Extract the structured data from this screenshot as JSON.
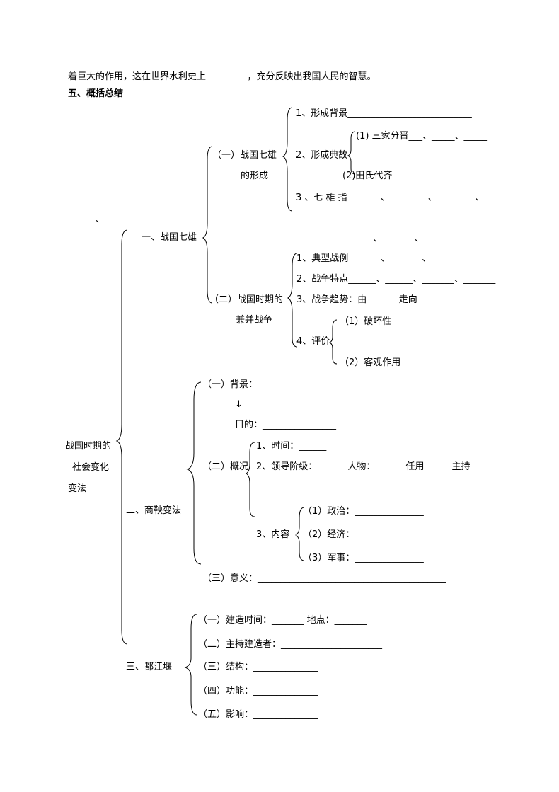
{
  "intro_line": "着巨大的作用，这在世界水利史上_________，充分反映出我国人民的智慧。",
  "section_title": "五、概括总结",
  "root": {
    "blank": "______、",
    "title_line1": "战国时期的",
    "title_line2": "社会变化",
    "title_line3": "变法"
  },
  "part1": {
    "title": "一、战国七雄",
    "sub1": {
      "title_line1": "（一）战国七雄",
      "title_line2": "的形成",
      "item1": "1、形成背景___________________________",
      "item2": "2、形成典故",
      "item2_a": "(1) 三家分晋___、_____、_____",
      "item2_b": "(2)田氏代齐_____________________",
      "item3": "3 、七 雄 指 ______ 、 _______ 、 _______ 、",
      "item3_cont": "_______、_______、_______"
    },
    "sub2": {
      "title_line1": "（二）战国时期的",
      "title_line2": "兼并战争",
      "item1": "1、典型战例_______、_______、_______",
      "item2": "2、战争特点______、______、_______、_______",
      "item3": "3、战争趋势：由_______走向_______",
      "item4": "4、评价",
      "item4_a": "（1）破坏性_____________",
      "item4_b": "（2）客观作用___________________"
    }
  },
  "part2": {
    "title": "二、商鞅变法",
    "bg": "（一）背景：________________",
    "arrow": "↓",
    "goal": "目的：________________",
    "overview": "（二）概况",
    "ov1": "1、时间：______",
    "ov2": "2、领导阶级：______  人物：______  任用______主持",
    "ov3": "3、内容",
    "content1": "（1）政治：_______________",
    "content2": "（2）经济：_______________",
    "content3": "（3）军事：_______________",
    "meaning": "（三）意义：_________________________________________"
  },
  "part3": {
    "title": "三、都江堰",
    "i1": "（一）建造时间：_______    地点：_______",
    "i2": "（二）主持建造者：______________________",
    "i3": "（三）结构：______________",
    "i4": "（四）功能：______________",
    "i5": "（五）影响：______________"
  }
}
